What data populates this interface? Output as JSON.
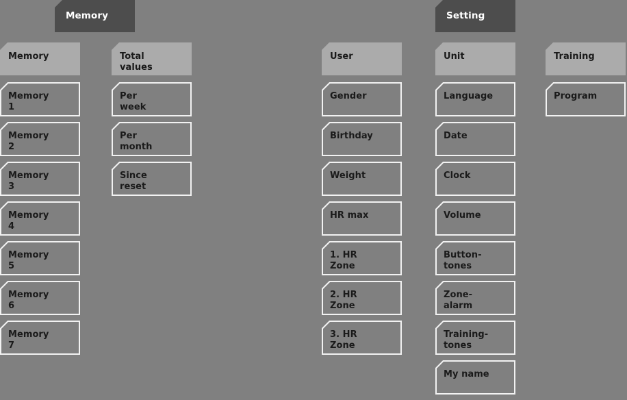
{
  "page": {
    "background_color": "#808080",
    "tab_color": "#4d4d4d",
    "header_color": "#ababab",
    "item_border_color": "#f2f2f2",
    "text_color": "#1a1a1a",
    "tab_text_color": "#ffffff"
  },
  "tabs": [
    {
      "id": "memory",
      "label": "Memory"
    },
    {
      "id": "setting",
      "label": "Setting"
    }
  ],
  "columns": [
    {
      "id": "memory",
      "header": "Memory",
      "items": [
        "Memory\n1",
        "Memory\n2",
        "Memory\n3",
        "Memory\n4",
        "Memory\n5",
        "Memory\n6",
        "Memory\n7"
      ]
    },
    {
      "id": "totals",
      "header": "Total\nvalues",
      "items": [
        "Per\nweek",
        "Per\nmonth",
        "Since\nreset"
      ]
    },
    {
      "id": "user",
      "header": "User",
      "items": [
        "Gender",
        "Birthday",
        "Weight",
        "HR max",
        "1. HR\nZone",
        "2. HR\nZone",
        "3. HR\nZone"
      ]
    },
    {
      "id": "setting",
      "header": "Unit",
      "items": [
        "Language",
        "Date",
        "Clock",
        "Volume",
        "Button-\ntones",
        "Zone-\nalarm",
        "Training-\ntones",
        "My name"
      ]
    },
    {
      "id": "training",
      "header": "Training",
      "items": [
        "Program"
      ]
    }
  ]
}
